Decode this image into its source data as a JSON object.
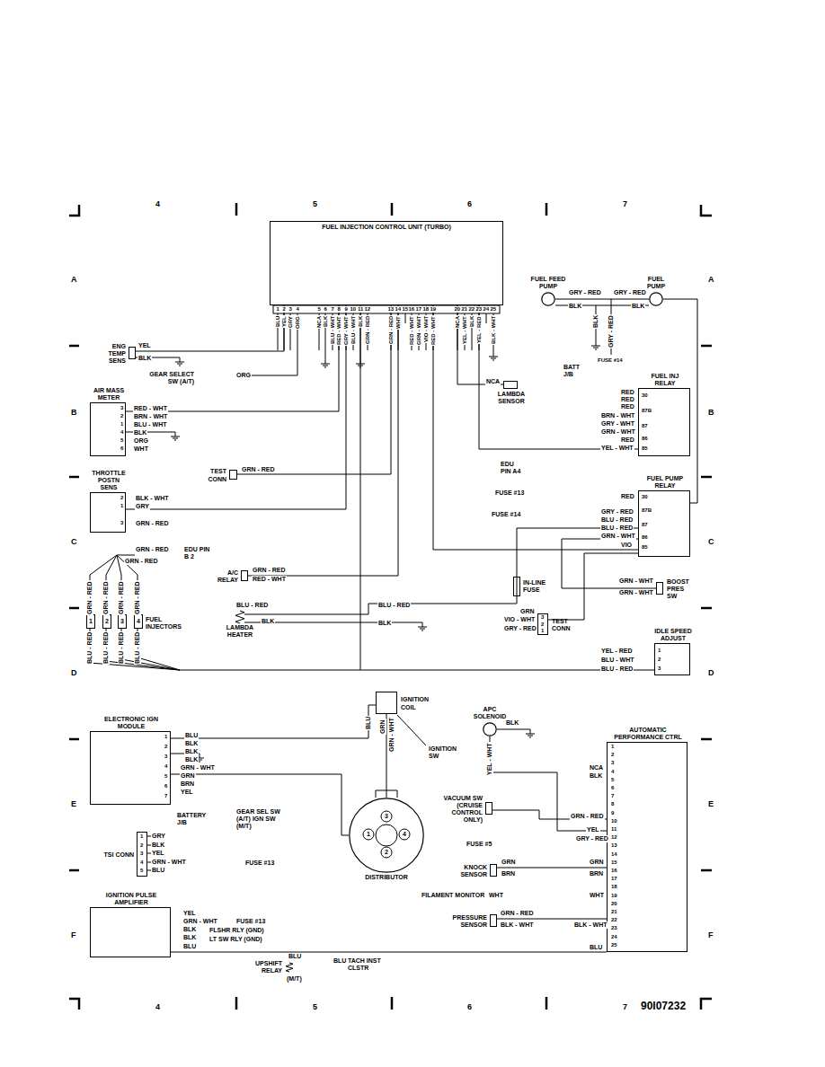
{
  "diagram": {
    "nodes": [
      {
        "text": [
          "FUEL INJECTION CONTROL UNIT (TURBO)"
        ]
      },
      {
        "text": [
          "ENG TEMP SENS"
        ]
      },
      {
        "text": [
          "AIR MASS METER"
        ]
      },
      {
        "text": [
          "THROTTLE POSTN SENS"
        ]
      },
      {
        "text": [
          "TEST CONN"
        ]
      },
      {
        "text": [
          "LAMBDA SENSOR"
        ]
      },
      {
        "text": [
          "FUEL FEED PUMP"
        ]
      },
      {
        "text": [
          "FUEL PUMP"
        ]
      },
      {
        "text": [
          "FUEL INJ RELAY"
        ]
      },
      {
        "text": [
          "FUEL PUMP RELAY"
        ]
      },
      {
        "text": [
          "A/C RELAY"
        ]
      },
      {
        "text": [
          "IN-LINE FUSE"
        ]
      },
      {
        "text": [
          "BOOST PRES SW"
        ]
      },
      {
        "text": [
          "LAMBDA HEATER"
        ]
      },
      {
        "text": [
          "TEST CONN"
        ]
      },
      {
        "text": [
          "1"
        ]
      },
      {
        "text": [
          "2"
        ]
      },
      {
        "text": [
          "3"
        ]
      },
      {
        "text": [
          "4"
        ]
      },
      {
        "text": [
          "IDLE SPEED ADJUST"
        ]
      },
      {
        "text": [
          "ELECTRONIC IGN MODULE"
        ]
      },
      {
        "text": [
          "IGNITION COIL"
        ]
      },
      {
        "text": [
          "APC SOLENOID"
        ]
      },
      {
        "text": [
          "AUTOMATIC PERFORMANCE CTRL"
        ]
      },
      {
        "text": [
          "VACUUM SW (CRUISE CONTROL ONLY)"
        ]
      },
      {
        "text": [
          "DISTRIBUTOR"
        ]
      },
      {
        "text": [
          "TSI CONN"
        ]
      },
      {
        "text": [
          "KNOCK SENSOR"
        ]
      },
      {
        "text": [
          "PRESSURE SENSOR"
        ]
      },
      {
        "text": [
          "IGNITION PULSE AMPLIFIER"
        ]
      },
      {
        "text": [
          "UPSHIFT RELAY"
        ]
      }
    ],
    "edges": [
      {
        "from": 0,
        "to": 1,
        "arrow": "none"
      },
      {
        "from": 0,
        "to": 2,
        "arrow": "none"
      },
      {
        "from": 0,
        "to": 3,
        "arrow": "none"
      },
      {
        "from": 0,
        "to": 4,
        "arrow": "none"
      },
      {
        "from": 0,
        "to": 5,
        "arrow": "none"
      },
      {
        "from": 0,
        "to": 8,
        "arrow": "none"
      },
      {
        "from": 0,
        "to": 9,
        "arrow": "none"
      },
      {
        "from": 0,
        "to": 19,
        "arrow": "none"
      },
      {
        "from": 0,
        "to": 10,
        "arrow": "none"
      },
      {
        "from": 9,
        "to": 7,
        "arrow": "none"
      },
      {
        "from": 6,
        "to": 7,
        "arrow": "none"
      },
      {
        "from": 9,
        "to": 12,
        "arrow": "none"
      },
      {
        "from": 9,
        "to": 14,
        "arrow": "none"
      },
      {
        "from": 11,
        "to": 9,
        "arrow": "none"
      },
      {
        "from": 20,
        "to": 21,
        "arrow": "none"
      },
      {
        "from": 21,
        "to": 25,
        "arrow": "none"
      },
      {
        "from": 20,
        "to": 25,
        "arrow": "none"
      },
      {
        "from": 22,
        "to": 23,
        "arrow": "none"
      },
      {
        "from": 27,
        "to": 23,
        "arrow": "none"
      },
      {
        "from": 28,
        "to": 23,
        "arrow": "none"
      },
      {
        "from": 24,
        "to": 23,
        "arrow": "none"
      },
      {
        "from": 29,
        "to": 23,
        "arrow": "none"
      },
      {
        "from": 13,
        "to": 11,
        "arrow": "none"
      }
    ],
    "labels": [
      "4",
      "5",
      "6",
      "7",
      "4",
      "5",
      "6",
      "7",
      "A",
      "A",
      "B",
      "B",
      "C",
      "C",
      "D",
      "D",
      "E",
      "E",
      "F",
      "F",
      "90I07232",
      "1",
      "2",
      "3",
      "4",
      "5",
      "6",
      "7",
      "8",
      "9",
      "10",
      "11",
      "12",
      "13",
      "14",
      "15",
      "16",
      "17",
      "18",
      "19",
      "20",
      "21",
      "22",
      "23",
      "24",
      "25",
      "BLU",
      "YEL",
      "GRY",
      "ORG",
      "NCA",
      "BLK",
      "BLU - WHT",
      "RED - WHT",
      "GRY - WHT",
      "BLU - WHT",
      "BLK",
      "GRN - RED",
      "GRN - RED",
      "WHT",
      "RED - WHT",
      "GRN - WHT",
      "VIO - WHT",
      "RED - WHT",
      "NCA",
      "YEL - WHT",
      "BLK",
      "YEL - RED",
      "BLK - WHT",
      "YEL",
      "BLK",
      "GEAR SELECT SW (A/T)",
      "ORG",
      "NCA",
      "BATT J/B",
      "RED - WHT",
      "BRN - WHT",
      "BLU - WHT",
      "BLK",
      "ORG",
      "WHT",
      "3",
      "2",
      "1",
      "4",
      "5",
      "6",
      "BLK - WHT",
      "GRY",
      "GRN - RED",
      "2",
      "1",
      "3",
      "GRN - RED",
      "EDU PIN A4",
      "FUSE #13",
      "FUSE #14",
      "GRN - RED",
      "EDU PIN B 2",
      "GRN - RED",
      "GRN - RED",
      "GRN - RED",
      "GRN - RED",
      "GRN - RED",
      "BLU - RED",
      "BLU - RED",
      "BLU - RED",
      "BLU - RED",
      "FUEL INJECTORS",
      "GRN - RED",
      "RED - WHT",
      "BLU - RED",
      "BLK",
      "BLU - RED",
      "BLK",
      "GRN",
      "VIO - WHT",
      "GRY - RED",
      "3",
      "2",
      "1",
      "YEL - RED",
      "BLU - WHT",
      "BLU - RED",
      "1",
      "2",
      "3",
      "RED",
      "RED",
      "RED",
      "BRN - WHT",
      "GRY - WHT",
      "GRN - WHT",
      "RED",
      "YEL - WHT",
      "30",
      "87B",
      "87",
      "86",
      "85",
      "RED",
      "GRY - RED",
      "BLU - RED",
      "BLU - RED",
      "GRN - WHT",
      "VIO",
      "30",
      "87B",
      "87",
      "86",
      "85",
      "GRN - WHT",
      "GRN - WHT",
      "GRY - RED",
      "BLK",
      "GRY - RED",
      "BLK",
      "BLK",
      "GRY - RED",
      "FUSE #14",
      "1",
      "2",
      "3",
      "4",
      "5",
      "6",
      "7",
      "BLU",
      "BLK",
      "BLK",
      "BLK",
      "GRN - WHT",
      "GRN",
      "BRN",
      "YEL",
      "BLU",
      "GRN",
      "GRN - WHT",
      "IGNITION SW",
      "3",
      "1",
      "4",
      "2",
      "BLK",
      "YEL - WHT",
      "1",
      "2",
      "3",
      "4",
      "5",
      "6",
      "7",
      "8",
      "9",
      "10",
      "11",
      "12",
      "13",
      "14",
      "15",
      "16",
      "17",
      "18",
      "19",
      "20",
      "21",
      "22",
      "23",
      "24",
      "25",
      "NCA",
      "BLK",
      "GRN - RED",
      "YEL",
      "GRY - RED",
      "FUSE #5",
      "GRN",
      "BRN",
      "FILAMENT MONITOR",
      "WHT",
      "WHT",
      "GRN - RED",
      "BLK - WHT",
      "BLK - WHT",
      "BLU",
      "GRN",
      "BRN",
      "1",
      "2",
      "3",
      "4",
      "5",
      "GRY",
      "BLK",
      "YEL",
      "GRN - WHT",
      "BLU",
      "BATTERY J/B",
      "GEAR SEL SW (A/T) IGN SW (M/T)",
      "FUSE #13",
      "YEL",
      "GRN - WHT",
      "FUSE #13",
      "BLK",
      "FLSHR RLY (GND)",
      "BLK",
      "LT SW RLY (GND)",
      "BLU",
      "BLU",
      "(M/T)",
      "BLU",
      "TACH INST CLSTR"
    ]
  }
}
